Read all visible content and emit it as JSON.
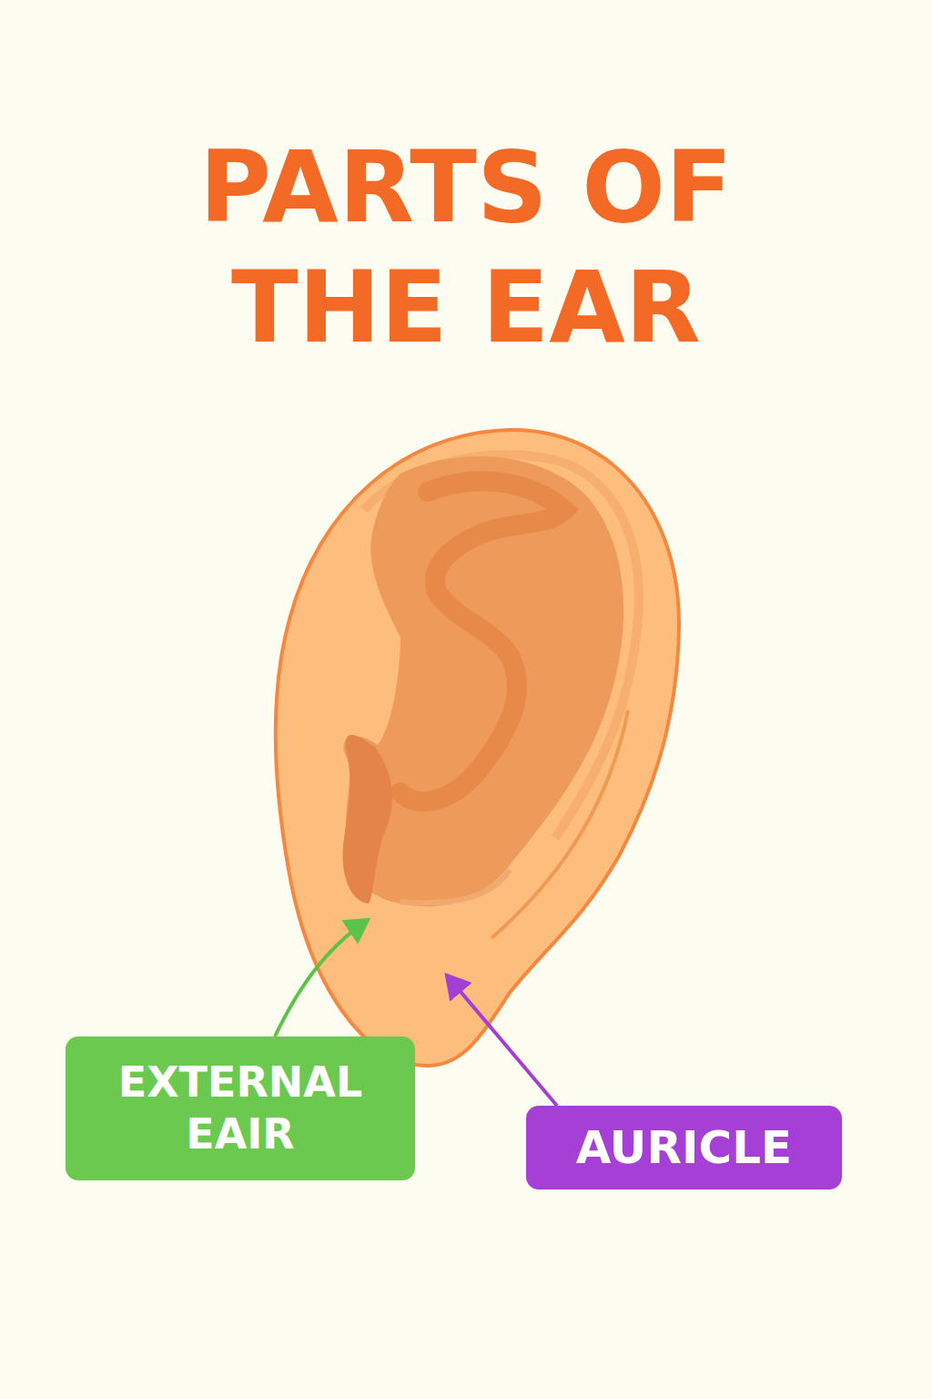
{
  "diagram": {
    "title": "PARTS OF THE EAR",
    "nodes": [
      {
        "text": [
          "EXTERNAL EAIR"
        ]
      },
      {
        "text": [
          "AURICLE"
        ]
      }
    ]
  }
}
